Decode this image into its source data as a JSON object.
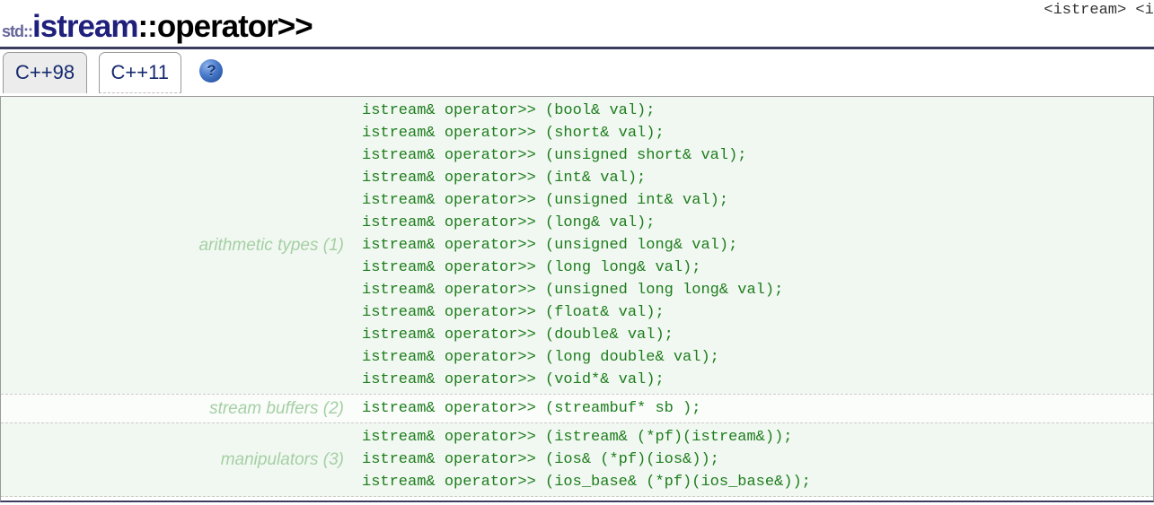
{
  "header": {
    "title_namespace": "std::",
    "title_class": "istream",
    "title_member": "::operator>>",
    "includes_text": "<istream> <io"
  },
  "tabs": [
    {
      "label": "C++98",
      "active": false
    },
    {
      "label": "C++11",
      "active": true
    }
  ],
  "help": {
    "glyph": "?"
  },
  "declarations": {
    "groups": [
      {
        "label": "arithmetic types (1)",
        "lines": [
          "istream& operator>> (bool& val);",
          "istream& operator>> (short& val);",
          "istream& operator>> (unsigned short& val);",
          "istream& operator>> (int& val);",
          "istream& operator>> (unsigned int& val);",
          "istream& operator>> (long& val);",
          "istream& operator>> (unsigned long& val);",
          "istream& operator>> (long long& val);",
          "istream& operator>> (unsigned long long& val);",
          "istream& operator>> (float& val);",
          "istream& operator>> (double& val);",
          "istream& operator>> (long double& val);",
          "istream& operator>> (void*& val);"
        ]
      },
      {
        "label": "stream buffers (2)",
        "lines": [
          "istream& operator>> (streambuf* sb );"
        ]
      },
      {
        "label": "manipulators (3)",
        "lines": [
          "istream& operator>> (istream& (*pf)(istream&));",
          "istream& operator>> (ios& (*pf)(ios&));",
          "istream& operator>> (ios_base& (*pf)(ios_base&));"
        ]
      }
    ]
  },
  "colors": {
    "title_class_navy": "#1f1f7c",
    "title_namespace_slate": "#66669c",
    "rule_navy": "#3c3c60",
    "code_green": "#1e7d1e",
    "label_green": "#a5cfa5",
    "row_bg_green": "#f1f8f1",
    "row_bg_alt": "#fafdfa",
    "tab_text_navy": "#152a6e",
    "help_blue": "#2a59a8"
  }
}
